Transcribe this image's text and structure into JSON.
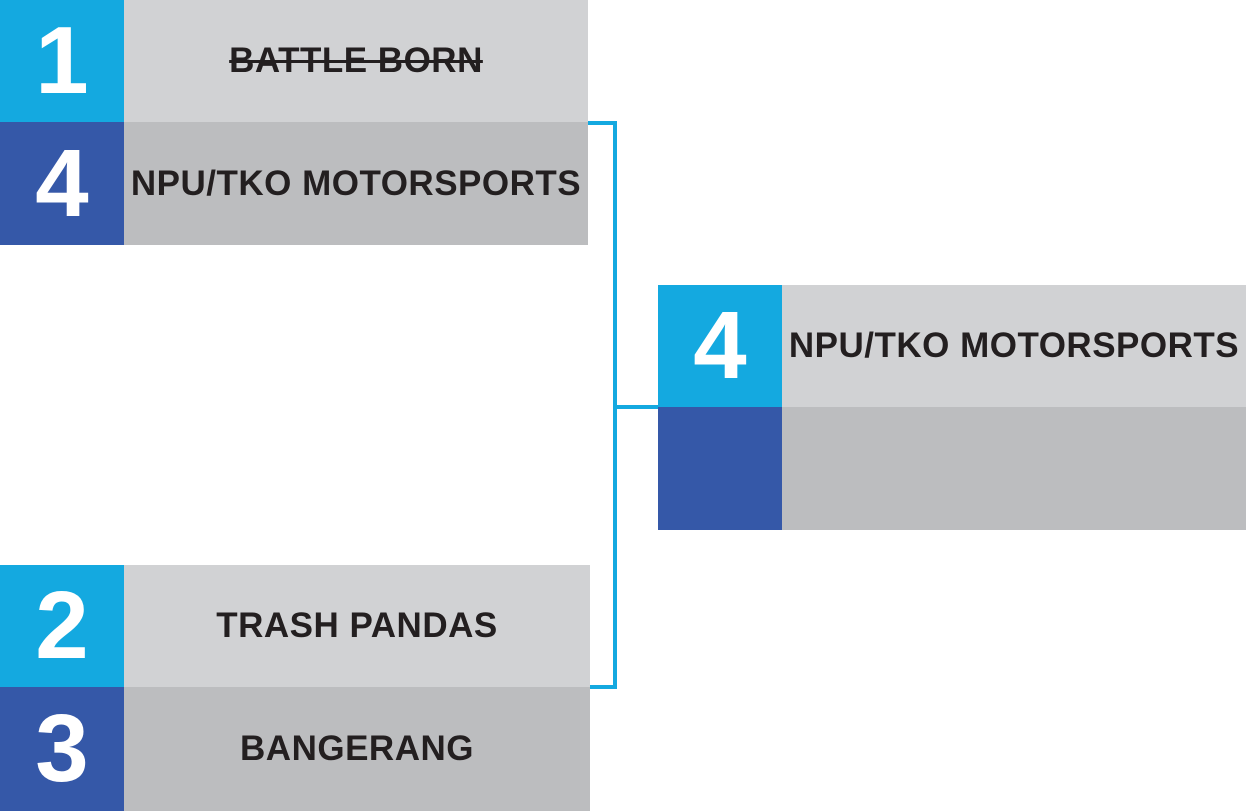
{
  "colors": {
    "seed_top": "#14a9e0",
    "seed_bottom": "#3558a8",
    "name_top": "#d1d2d4",
    "name_bottom": "#bcbdbf",
    "connector": "#14a9e0"
  },
  "semifinal_1": {
    "top": {
      "seed": "1",
      "team": "BATTLE BORN",
      "eliminated": true
    },
    "bottom": {
      "seed": "4",
      "team": "NPU/TKO MOTORSPORTS"
    }
  },
  "semifinal_2": {
    "top": {
      "seed": "2",
      "team": "TRASH PANDAS"
    },
    "bottom": {
      "seed": "3",
      "team": "BANGERANG"
    }
  },
  "final": {
    "top": {
      "seed": "4",
      "team": "NPU/TKO MOTORSPORTS"
    },
    "bottom": {
      "seed": "",
      "team": ""
    }
  }
}
